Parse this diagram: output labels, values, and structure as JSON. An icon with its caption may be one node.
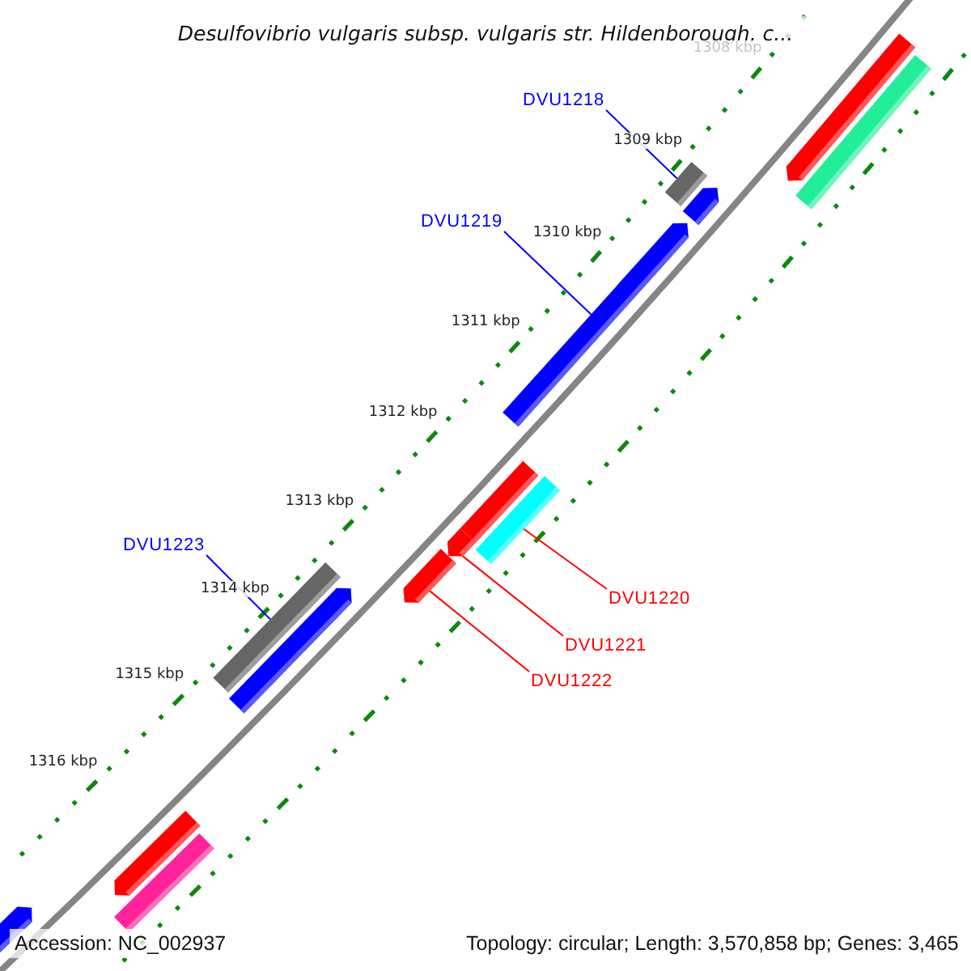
{
  "diagram": {
    "title": "Desulfovibrio vulgaris subsp. vulgaris str. Hildenborough, c...",
    "nodes": [
      {
        "text": [
          "DVU1218"
        ]
      },
      {
        "text": [
          "DVU1219"
        ]
      },
      {
        "text": [
          "DVU1223"
        ]
      },
      {
        "text": [
          "DVU1220"
        ]
      },
      {
        "text": [
          "DVU1221"
        ]
      },
      {
        "text": [
          "DVU1222"
        ]
      },
      {
        "text": [],
        "shape": "bar"
      },
      {
        "text": [],
        "shape": "arrow"
      },
      {
        "text": [],
        "shape": "bar"
      },
      {
        "text": [],
        "shape": "arrow"
      },
      {
        "text": [],
        "shape": "arrow"
      },
      {
        "text": [],
        "shape": "bar"
      }
    ],
    "edges": [
      {
        "from": 0,
        "to": 6,
        "arrow": "none",
        "color": "#0000ff"
      },
      {
        "from": 1,
        "to": 7,
        "arrow": "none",
        "color": "#0000ff"
      },
      {
        "from": 2,
        "to": 11,
        "arrow": "none",
        "color": "#0000ff"
      },
      {
        "from": 3,
        "to": 8,
        "arrow": "none",
        "color": "#ff0000"
      },
      {
        "from": 4,
        "to": 9,
        "arrow": "none",
        "color": "#ff0000"
      },
      {
        "from": 5,
        "to": 10,
        "arrow": "none",
        "color": "#ff0000"
      }
    ],
    "labels": [
      "1308 kbp",
      "1309 kbp",
      "1310 kbp",
      "1311 kbp",
      "1312 kbp",
      "1313 kbp",
      "1314 kbp",
      "1315 kbp",
      "1316 kbp",
      "Accession: NC_002937",
      "Topology: circular; Length: 3,570,858 bp; Genes: 3,465"
    ]
  }
}
